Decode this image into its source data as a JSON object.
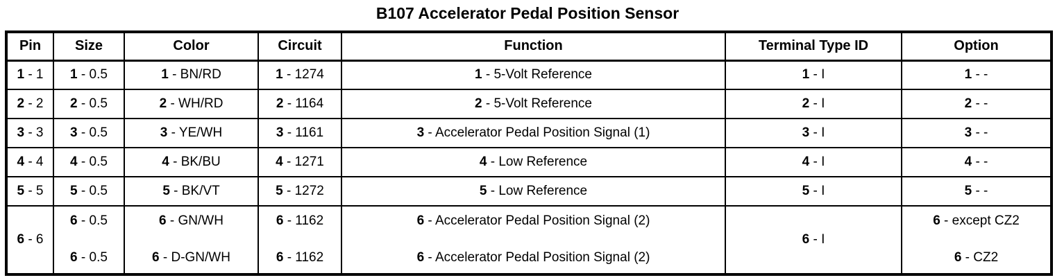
{
  "title": "B107 Accelerator Pedal Position Sensor",
  "colors": {
    "text": "#000000",
    "background": "#ffffff",
    "border": "#000000"
  },
  "table": {
    "headers": {
      "pin": "Pin",
      "size": "Size",
      "color": "Color",
      "circuit": "Circuit",
      "function": "Function",
      "terminal": "Terminal Type ID",
      "option": "Option"
    },
    "rows": [
      {
        "pin": {
          "b": "1",
          "t": "- 1"
        },
        "size": {
          "b": "1",
          "t": "- 0.5"
        },
        "color": {
          "b": "1",
          "t": "- BN/RD"
        },
        "circuit": {
          "b": "1",
          "t": "- 1274"
        },
        "function": {
          "b": "1",
          "t": "- 5-Volt Reference"
        },
        "terminal": {
          "b": "1",
          "t": "- I"
        },
        "option": {
          "b": "1",
          "t": "- -"
        }
      },
      {
        "pin": {
          "b": "2",
          "t": "- 2"
        },
        "size": {
          "b": "2",
          "t": "- 0.5"
        },
        "color": {
          "b": "2",
          "t": "- WH/RD"
        },
        "circuit": {
          "b": "2",
          "t": "- 1164"
        },
        "function": {
          "b": "2",
          "t": "- 5-Volt Reference"
        },
        "terminal": {
          "b": "2",
          "t": "- I"
        },
        "option": {
          "b": "2",
          "t": "- -"
        }
      },
      {
        "pin": {
          "b": "3",
          "t": "- 3"
        },
        "size": {
          "b": "3",
          "t": "- 0.5"
        },
        "color": {
          "b": "3",
          "t": "- YE/WH"
        },
        "circuit": {
          "b": "3",
          "t": "- 1161"
        },
        "function": {
          "b": "3",
          "t": "- Accelerator Pedal Position Signal (1)"
        },
        "terminal": {
          "b": "3",
          "t": "- I"
        },
        "option": {
          "b": "3",
          "t": "- -"
        }
      },
      {
        "pin": {
          "b": "4",
          "t": "- 4"
        },
        "size": {
          "b": "4",
          "t": "- 0.5"
        },
        "color": {
          "b": "4",
          "t": "- BK/BU"
        },
        "circuit": {
          "b": "4",
          "t": "- 1271"
        },
        "function": {
          "b": "4",
          "t": "- Low Reference"
        },
        "terminal": {
          "b": "4",
          "t": "- I"
        },
        "option": {
          "b": "4",
          "t": "- -"
        }
      },
      {
        "pin": {
          "b": "5",
          "t": "- 5"
        },
        "size": {
          "b": "5",
          "t": "- 0.5"
        },
        "color": {
          "b": "5",
          "t": "- BK/VT"
        },
        "circuit": {
          "b": "5",
          "t": "- 1272"
        },
        "function": {
          "b": "5",
          "t": "- Low Reference"
        },
        "terminal": {
          "b": "5",
          "t": "- I"
        },
        "option": {
          "b": "5",
          "t": "- -"
        }
      }
    ],
    "row6": {
      "pin": {
        "b": "6",
        "t": "- 6"
      },
      "terminal": {
        "b": "6",
        "t": "- I"
      },
      "sub": [
        {
          "size": {
            "b": "6",
            "t": "- 0.5"
          },
          "color": {
            "b": "6",
            "t": "- GN/WH"
          },
          "circuit": {
            "b": "6",
            "t": "- 1162"
          },
          "function": {
            "b": "6",
            "t": "- Accelerator Pedal Position Signal (2)"
          },
          "option": {
            "b": "6",
            "t": "- except CZ2"
          }
        },
        {
          "size": {
            "b": "6",
            "t": "- 0.5"
          },
          "color": {
            "b": "6",
            "t": "- D-GN/WH"
          },
          "circuit": {
            "b": "6",
            "t": "- 1162"
          },
          "function": {
            "b": "6",
            "t": "- Accelerator Pedal Position Signal (2)"
          },
          "option": {
            "b": "6",
            "t": "- CZ2"
          }
        }
      ]
    }
  }
}
